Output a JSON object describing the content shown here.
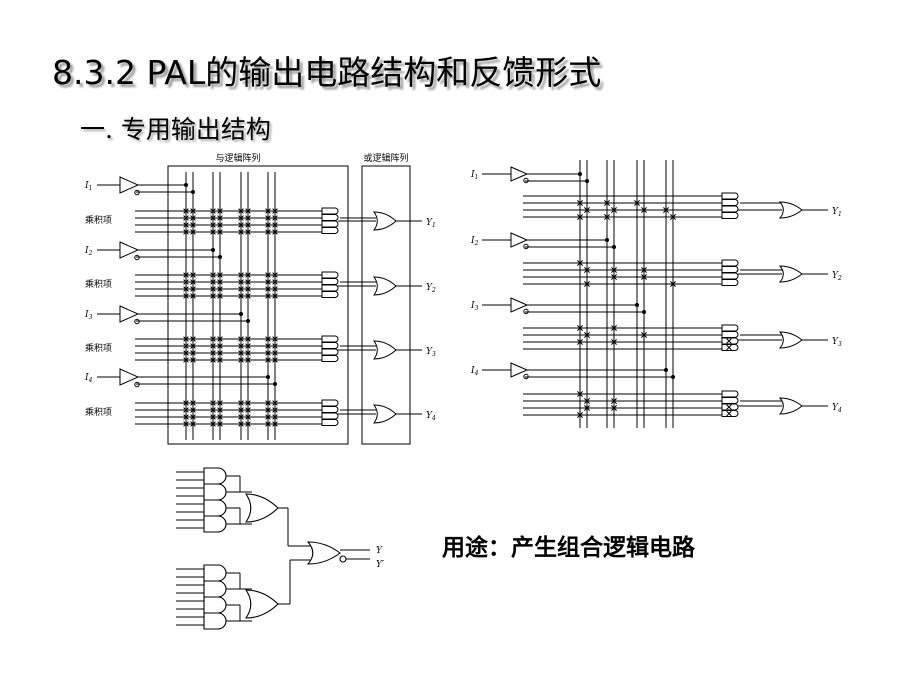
{
  "slide": {
    "title_num": "8.3.2 PAL",
    "title_text": "的输出电路结构和反馈形式",
    "subtitle": "一. 专用输出结构",
    "usage": "用途：产生组合逻辑电路"
  },
  "diagram_left": {
    "and_array_label": "与逻辑阵列",
    "or_array_label": "或逻辑阵列",
    "product_term_label": "乘积项",
    "inputs": [
      "I",
      "I",
      "I",
      "I"
    ],
    "input_subs": [
      "1",
      "2",
      "3",
      "4"
    ],
    "outputs": [
      "Y",
      "Y",
      "Y",
      "Y"
    ],
    "output_subs": [
      "1",
      "2",
      "3",
      "4"
    ]
  },
  "diagram_right": {
    "inputs": [
      "I",
      "I",
      "I",
      "I"
    ],
    "input_subs": [
      "1",
      "2",
      "3",
      "4"
    ],
    "outputs": [
      "Y",
      "Y",
      "Y",
      "Y"
    ],
    "output_subs": [
      "1",
      "2",
      "3",
      "4"
    ]
  },
  "diagram_bottom": {
    "out_y": "Y",
    "out_yp": "Y′"
  }
}
